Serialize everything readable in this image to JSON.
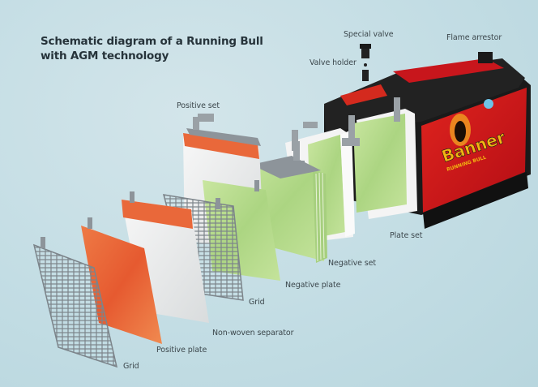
{
  "title": {
    "line1": "Schematic diagram of a Running Bull",
    "line2": "with AGM technology"
  },
  "brand": {
    "name": "Banner",
    "subline": "RUNNING BULL"
  },
  "labels": {
    "special_valve": "Special valve",
    "flame_arrestor": "Flame arrestor",
    "valve_holder": "Valve holder",
    "positive_set": "Positive set",
    "plate_set": "Plate set",
    "negative_set": "Negative set",
    "negative_plate": "Negative plate",
    "grid_inner": "Grid",
    "non_woven_separator": "Non-woven separator",
    "positive_plate": "Positive plate",
    "grid_outer": "Grid"
  },
  "colors": {
    "background": "#c3dde4",
    "positive_plate": "#e8673a",
    "negative_plate": "#b7dc8c",
    "separator": "#ececec",
    "grid": "#7f868c",
    "battery_case": "#1c1c1c",
    "battery_label": "#d4141c"
  }
}
